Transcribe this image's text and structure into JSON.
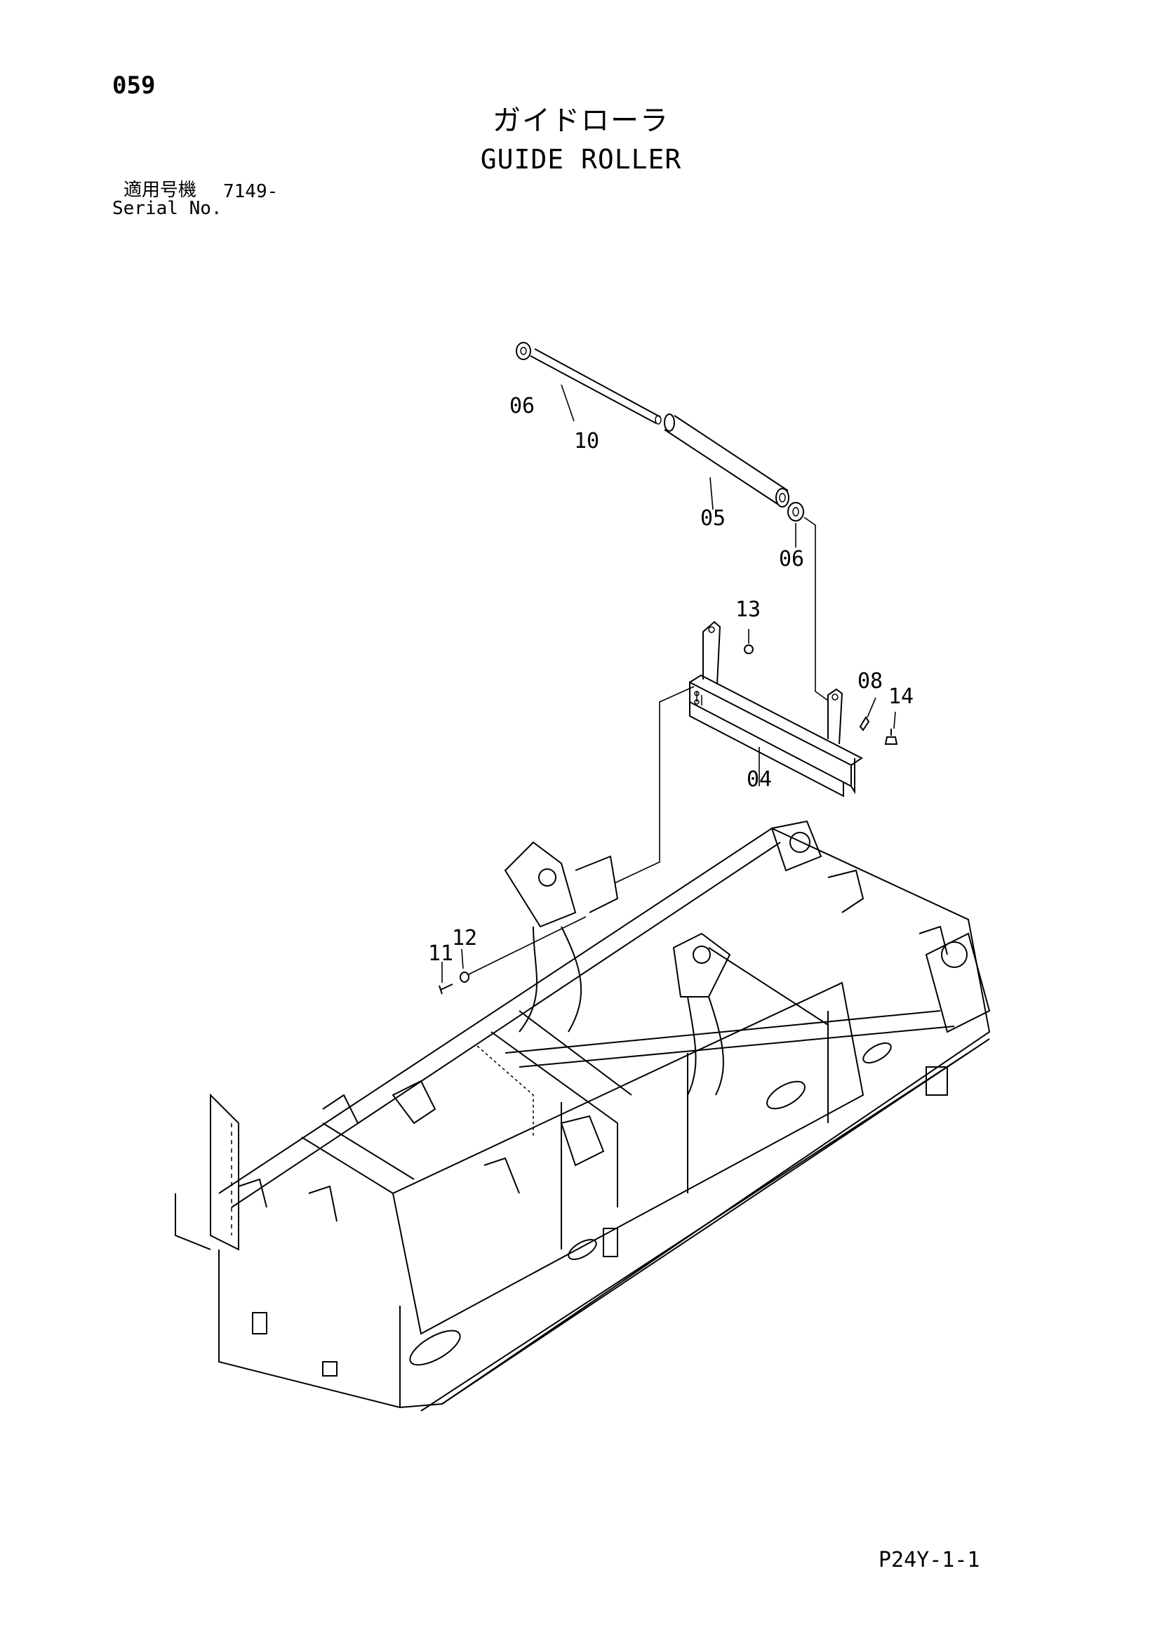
{
  "page": {
    "number": "059",
    "title_jp": "ガイドローラ",
    "title_en": "GUIDE ROLLER",
    "serial_label_jp": "適用号機",
    "serial_value": "7149-",
    "serial_label_en": "Serial No.",
    "code": "P24Y-1-1"
  },
  "diagram": {
    "callouts": [
      {
        "id": "c1",
        "text": "06"
      },
      {
        "id": "c2",
        "text": "10"
      },
      {
        "id": "c3",
        "text": "05"
      },
      {
        "id": "c4",
        "text": "06"
      },
      {
        "id": "c5",
        "text": "13"
      },
      {
        "id": "c6",
        "text": "08"
      },
      {
        "id": "c7",
        "text": "14"
      },
      {
        "id": "c8",
        "text": "04"
      },
      {
        "id": "c9",
        "text": "12"
      },
      {
        "id": "c10",
        "text": "11"
      }
    ]
  }
}
